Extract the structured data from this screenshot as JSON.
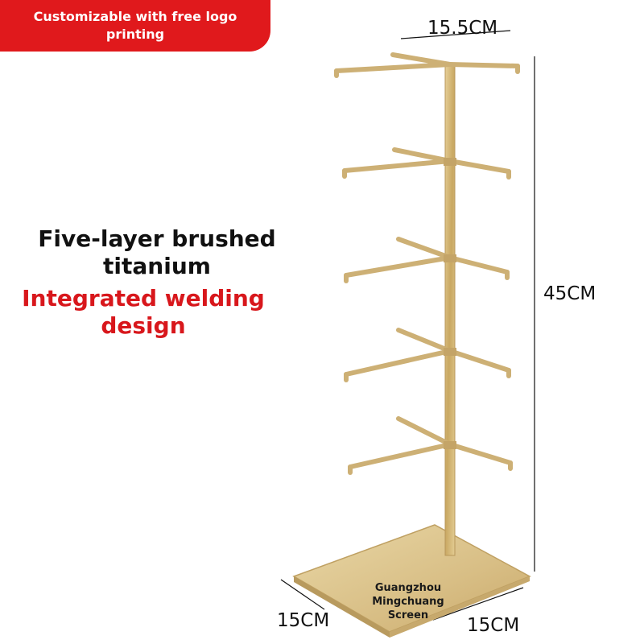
{
  "banner": {
    "text": "Customizable with free logo printing",
    "color": "#e0191c"
  },
  "headline": {
    "line1": "Five-layer brushed",
    "line2": "titanium",
    "accent_line1": "Integrated welding",
    "accent_line2": "design",
    "accent_color": "#d8171c"
  },
  "dimensions": {
    "top_width": "15.5CM",
    "height": "45CM",
    "base_depth": "15CM",
    "base_width": "15CM"
  },
  "brand": {
    "line1": "Guangzhou",
    "line2": "Mingchuang",
    "line3": "Screen"
  },
  "product": {
    "name": "five-tier gold jewelry display stand",
    "metal_color": "#d4b878"
  }
}
